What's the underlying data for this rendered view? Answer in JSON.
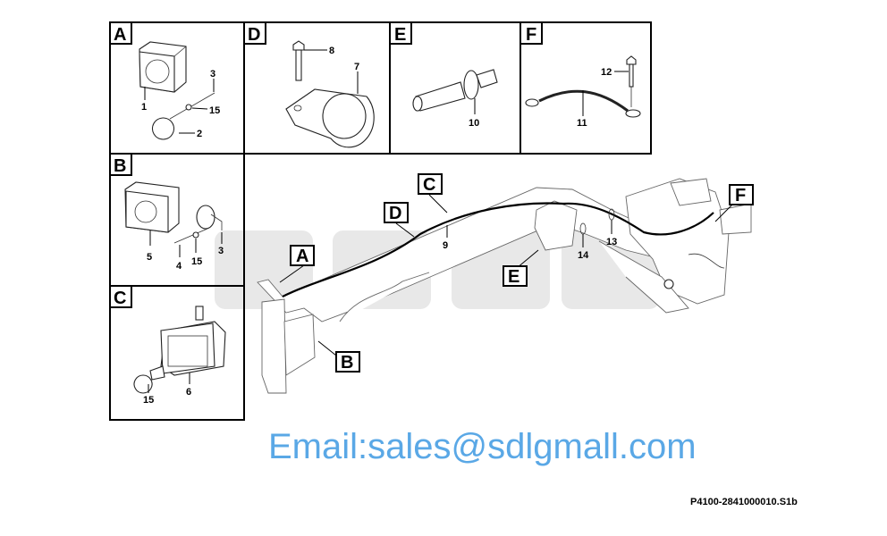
{
  "detail_panels": [
    {
      "label": "A",
      "parts": [
        "1",
        "2",
        "3",
        "15"
      ]
    },
    {
      "label": "D",
      "parts": [
        "7",
        "8"
      ]
    },
    {
      "label": "E",
      "parts": [
        "10"
      ]
    },
    {
      "label": "F",
      "parts": [
        "11",
        "12"
      ]
    },
    {
      "label": "B",
      "parts": [
        "3",
        "4",
        "5",
        "15"
      ]
    },
    {
      "label": "C",
      "parts": [
        "6",
        "15"
      ]
    }
  ],
  "main_view": {
    "callouts": [
      "A",
      "B",
      "C",
      "D",
      "E",
      "F"
    ],
    "part_numbers": [
      "9",
      "13",
      "14"
    ]
  },
  "background_logo": "SDLG",
  "watermark": "Email:sales@sdlgmall.com",
  "drawing_id": "P4100-2841000010.S1b",
  "colors": {
    "logo_gray": "#e6e6e6",
    "logo_red": "#f5d5d5",
    "watermark": "#5aa8e6"
  }
}
